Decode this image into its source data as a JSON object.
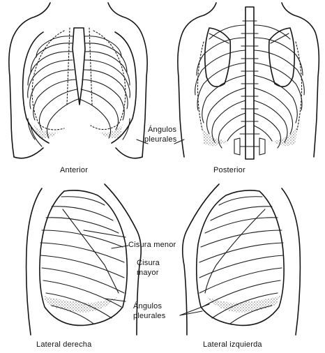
{
  "labels": {
    "anterior": "Anterior",
    "posterior": "Posterior",
    "angulos_pleurales_top_1": "Ángulos",
    "angulos_pleurales_top_2": "pleurales",
    "cisura_menor": "Cisura menor",
    "cisura_mayor_1": "Cisura",
    "cisura_mayor_2": "mayor",
    "angulos_pleurales_bottom_1": "Ángulos",
    "angulos_pleurales_bottom_2": "pleurales",
    "lateral_derecha": "Lateral derecha",
    "lateral_izquierda": "Lateral izquierda"
  }
}
